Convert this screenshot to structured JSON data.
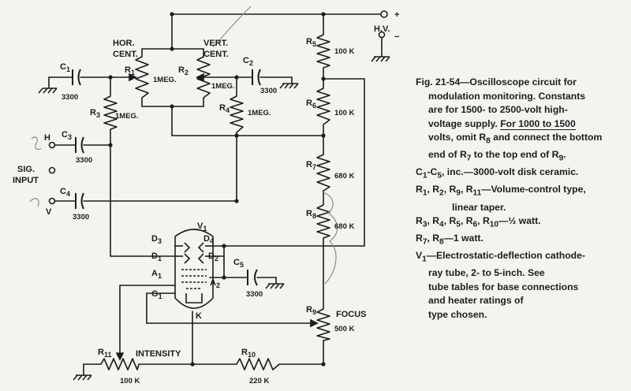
{
  "caption": {
    "lines": [
      "Fig. 21-54—Oscilloscope circuit for",
      "modulation monitoring. Constants",
      "are for 1500- to 2500-volt high-",
      "voltage supply.",
      "For 1000 to 1500",
      "volts, omit R",
      "and connect the bottom",
      "end of R",
      "to the top end of R",
      "C",
      "-C",
      ", inc.—3000-volt disk ceramic.",
      "R",
      ", R",
      ", R",
      ", R",
      "—Volume-control type,",
      "linear taper.",
      "R",
      ", R",
      ", R",
      ", R",
      ", R",
      "—½ watt.",
      "R",
      ", R",
      "—1 watt.",
      "V",
      "—Electrostatic-deflection cathode-",
      "ray tube, 2- to 5-inch. See",
      "tube tables for base connections",
      "and heater ratings of",
      "type chosen."
    ],
    "subs": [
      "8",
      "7",
      "9",
      "1",
      "5",
      "1",
      "2",
      "9",
      "11",
      "3",
      "4",
      "5",
      "6",
      "10",
      "7",
      "8",
      "1"
    ]
  },
  "labels": {
    "plus": "+",
    "hv": "H.V.",
    "minus": "−",
    "hor1": "HOR.",
    "hor2": "CENT.",
    "vert1": "VERT.",
    "vert2": "CENT.",
    "sig1": "SIG.",
    "sig2": "INPUT",
    "h": "H",
    "v": "V",
    "intensity": "INTENSITY",
    "focus": "FOCUS"
  },
  "components": {
    "C1": {
      "label": "C",
      "sub": "1",
      "value": "3300"
    },
    "C2": {
      "label": "C",
      "sub": "2",
      "value": "3300"
    },
    "C3": {
      "label": "C",
      "sub": "3",
      "value": "3300"
    },
    "C4": {
      "label": "C",
      "sub": "4",
      "value": "3300"
    },
    "C5": {
      "label": "C",
      "sub": "5",
      "value": "3300"
    },
    "R1": {
      "label": "R",
      "sub": "1",
      "value": "1MEG."
    },
    "R2": {
      "label": "R",
      "sub": "2",
      "value": "1MEG."
    },
    "R3": {
      "label": "R",
      "sub": "3",
      "value": "1MEG."
    },
    "R4": {
      "label": "R",
      "sub": "4",
      "value": "1MEG."
    },
    "R5": {
      "label": "R",
      "sub": "5",
      "value": "100 K"
    },
    "R6": {
      "label": "R",
      "sub": "6",
      "value": "100 K"
    },
    "R7": {
      "label": "R",
      "sub": "7",
      "value": "680 K"
    },
    "R8": {
      "label": "R",
      "sub": "8",
      "value": "680 K"
    },
    "R9": {
      "label": "R",
      "sub": "9",
      "value": "500 K"
    },
    "R10": {
      "label": "R",
      "sub": "10",
      "value": "220 K"
    },
    "R11": {
      "label": "R",
      "sub": "11",
      "value": "100 K"
    },
    "V1": {
      "label": "V",
      "sub": "1"
    }
  },
  "tube_pins": {
    "D3": {
      "label": "D",
      "sub": "3"
    },
    "D4": {
      "label": "D",
      "sub": "4"
    },
    "D1": {
      "label": "D",
      "sub": "1"
    },
    "D2": {
      "label": "D",
      "sub": "2"
    },
    "A1": {
      "label": "A",
      "sub": "1"
    },
    "A2": {
      "label": "A",
      "sub": "2"
    },
    "G1": {
      "label": "G",
      "sub": "1"
    },
    "K": {
      "label": "K"
    }
  },
  "colors": {
    "ink": "#1c1c1c",
    "paper": "#f4f3ef",
    "pencil": "#8a8a8a"
  }
}
